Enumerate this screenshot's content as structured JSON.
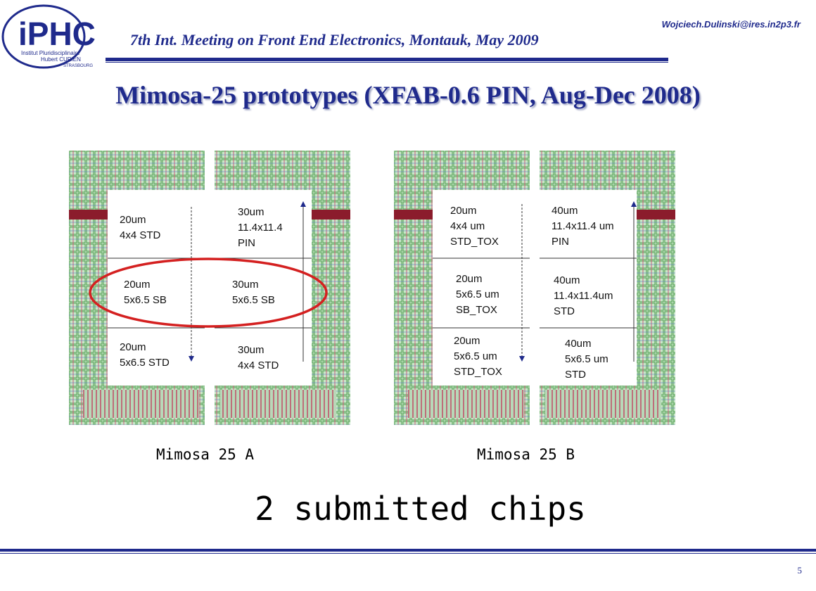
{
  "header": {
    "logo_text": "iPHC",
    "logo_subtext": [
      "Institut Pluridisciplinaire",
      "Hubert CURIEN",
      "STRASBOURG"
    ],
    "meeting": "7th Int. Meeting on Front End Electronics, Montauk, May 2009",
    "email": "Wojciech.Dulinski@ires.in2p3.fr"
  },
  "title": "Mimosa-25 prototypes (XFAB-0.6 PIN, Aug-Dec 2008)",
  "chips": [
    {
      "name": "Mimosa 25 A",
      "left_cells": [
        {
          "text": "20um\n4x4 STD"
        },
        {
          "text": "20um\n5x6.5 SB"
        },
        {
          "text": "20um\n5x6.5 STD"
        }
      ],
      "right_cells": [
        {
          "text": "30um\n11.4x11.4\nPIN"
        },
        {
          "text": "30um\n5x6.5 SB"
        },
        {
          "text": "30um\n4x4 STD"
        }
      ]
    },
    {
      "name": "Mimosa 25 B",
      "left_cells": [
        {
          "text": "20um\n4x4 um\nSTD_TOX"
        },
        {
          "text": "20um\n5x6.5 um\nSB_TOX"
        },
        {
          "text": "20um\n5x6.5 um\nSTD_TOX"
        }
      ],
      "right_cells": [
        {
          "text": "40um\n11.4x11.4 um\nPIN"
        },
        {
          "text": "40um\n11.4x11.4um\nSTD"
        },
        {
          "text": "40um\n5x6.5 um\nSTD"
        }
      ]
    }
  ],
  "caption": "2 submitted chips",
  "page_number": "5",
  "colors": {
    "brand_blue": "#1f2a8c",
    "highlight_red": "#d42020",
    "pad_green": "#7fbf7f"
  }
}
